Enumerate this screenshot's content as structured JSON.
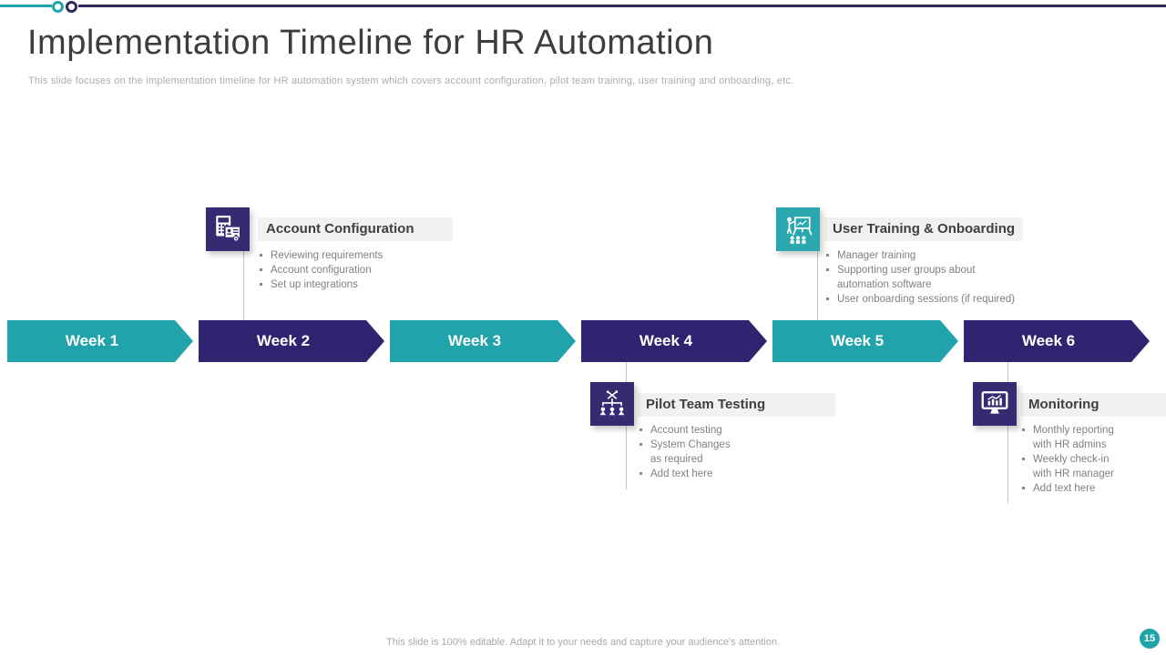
{
  "slide": {
    "title": "Implementation Timeline for HR Automation",
    "subtitle": "This slide focuses on the implementation timeline for HR automation system which covers account configuration, pilot team training, user training and onboarding, etc.",
    "footer": "This slide is 100% editable. Adapt it to your needs and capture your audience's attention.",
    "page_number": "15"
  },
  "colors": {
    "teal": "#21A3AC",
    "purple": "#2F2470",
    "icon_purple": "#342B72",
    "icon_teal": "#2BA7AF",
    "navy_rule": "#2E2A5C",
    "heading_bg": "#F1F1F1",
    "heading_text": "#3F3F3F",
    "body_text": "#808080",
    "subtitle_text": "#ACACAC",
    "connector": "#C4C4C4"
  },
  "timeline": {
    "weeks": [
      {
        "label": "Week 1",
        "color": "#21A3AC"
      },
      {
        "label": "Week 2",
        "color": "#2F2470"
      },
      {
        "label": "Week 3",
        "color": "#21A3AC"
      },
      {
        "label": "Week 4",
        "color": "#2F2470"
      },
      {
        "label": "Week 5",
        "color": "#21A3AC"
      },
      {
        "label": "Week 6",
        "color": "#2F2470"
      }
    ]
  },
  "milestones": {
    "top": [
      {
        "title": "Account Configuration",
        "icon": "calculator-billing-icon",
        "icon_color": "#342B72",
        "bullets": [
          "Reviewing requirements",
          "Account configuration",
          "Set up integrations"
        ]
      },
      {
        "title": "User Training & Onboarding",
        "icon": "training-presentation-icon",
        "icon_color": "#2BA7AF",
        "bullets": [
          "Manager training",
          "Supporting user groups about\nautomation software",
          "User onboarding sessions (if required)"
        ]
      }
    ],
    "bottom": [
      {
        "title": "Pilot Team Testing",
        "icon": "team-hierarchy-icon",
        "icon_color": "#342B72",
        "bullets": [
          "Account testing",
          "System Changes\nas required",
          "Add text here"
        ]
      },
      {
        "title": "Monitoring",
        "icon": "monitor-chart-icon",
        "icon_color": "#342B72",
        "bullets": [
          "Monthly reporting\nwith HR admins",
          "Weekly check-in\nwith HR manager",
          "Add text here"
        ]
      }
    ]
  }
}
